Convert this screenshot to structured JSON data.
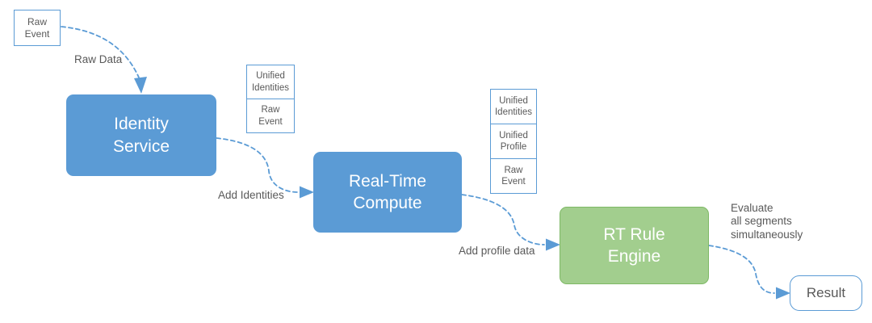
{
  "colors": {
    "accent_blue": "#5B9BD5",
    "green_fill": "#A2CE8E",
    "green_border": "#7EB965",
    "label_gray": "#595959",
    "node_text": "#FFFFFF"
  },
  "nodes": {
    "raw_event": {
      "label": "Raw\nEvent"
    },
    "identity_service": {
      "label": "Identity\nService"
    },
    "real_time_compute": {
      "label": "Real-Time\nCompute"
    },
    "rt_rule_engine": {
      "label": "RT Rule\nEngine"
    },
    "result": {
      "label": "Result"
    },
    "stack_identity": {
      "items": [
        "Unified\nIdentities",
        "Raw\nEvent"
      ]
    },
    "stack_compute": {
      "items": [
        "Unified\nIdentities",
        "Unified\nProfile",
        "Raw\nEvent"
      ]
    }
  },
  "edges": {
    "raw_data": {
      "label": "Raw Data"
    },
    "add_identities": {
      "label": "Add Identities"
    },
    "add_profile_data": {
      "label": "Add profile data"
    },
    "evaluate": {
      "label": "Evaluate\nall segments\nsimultaneously"
    }
  }
}
